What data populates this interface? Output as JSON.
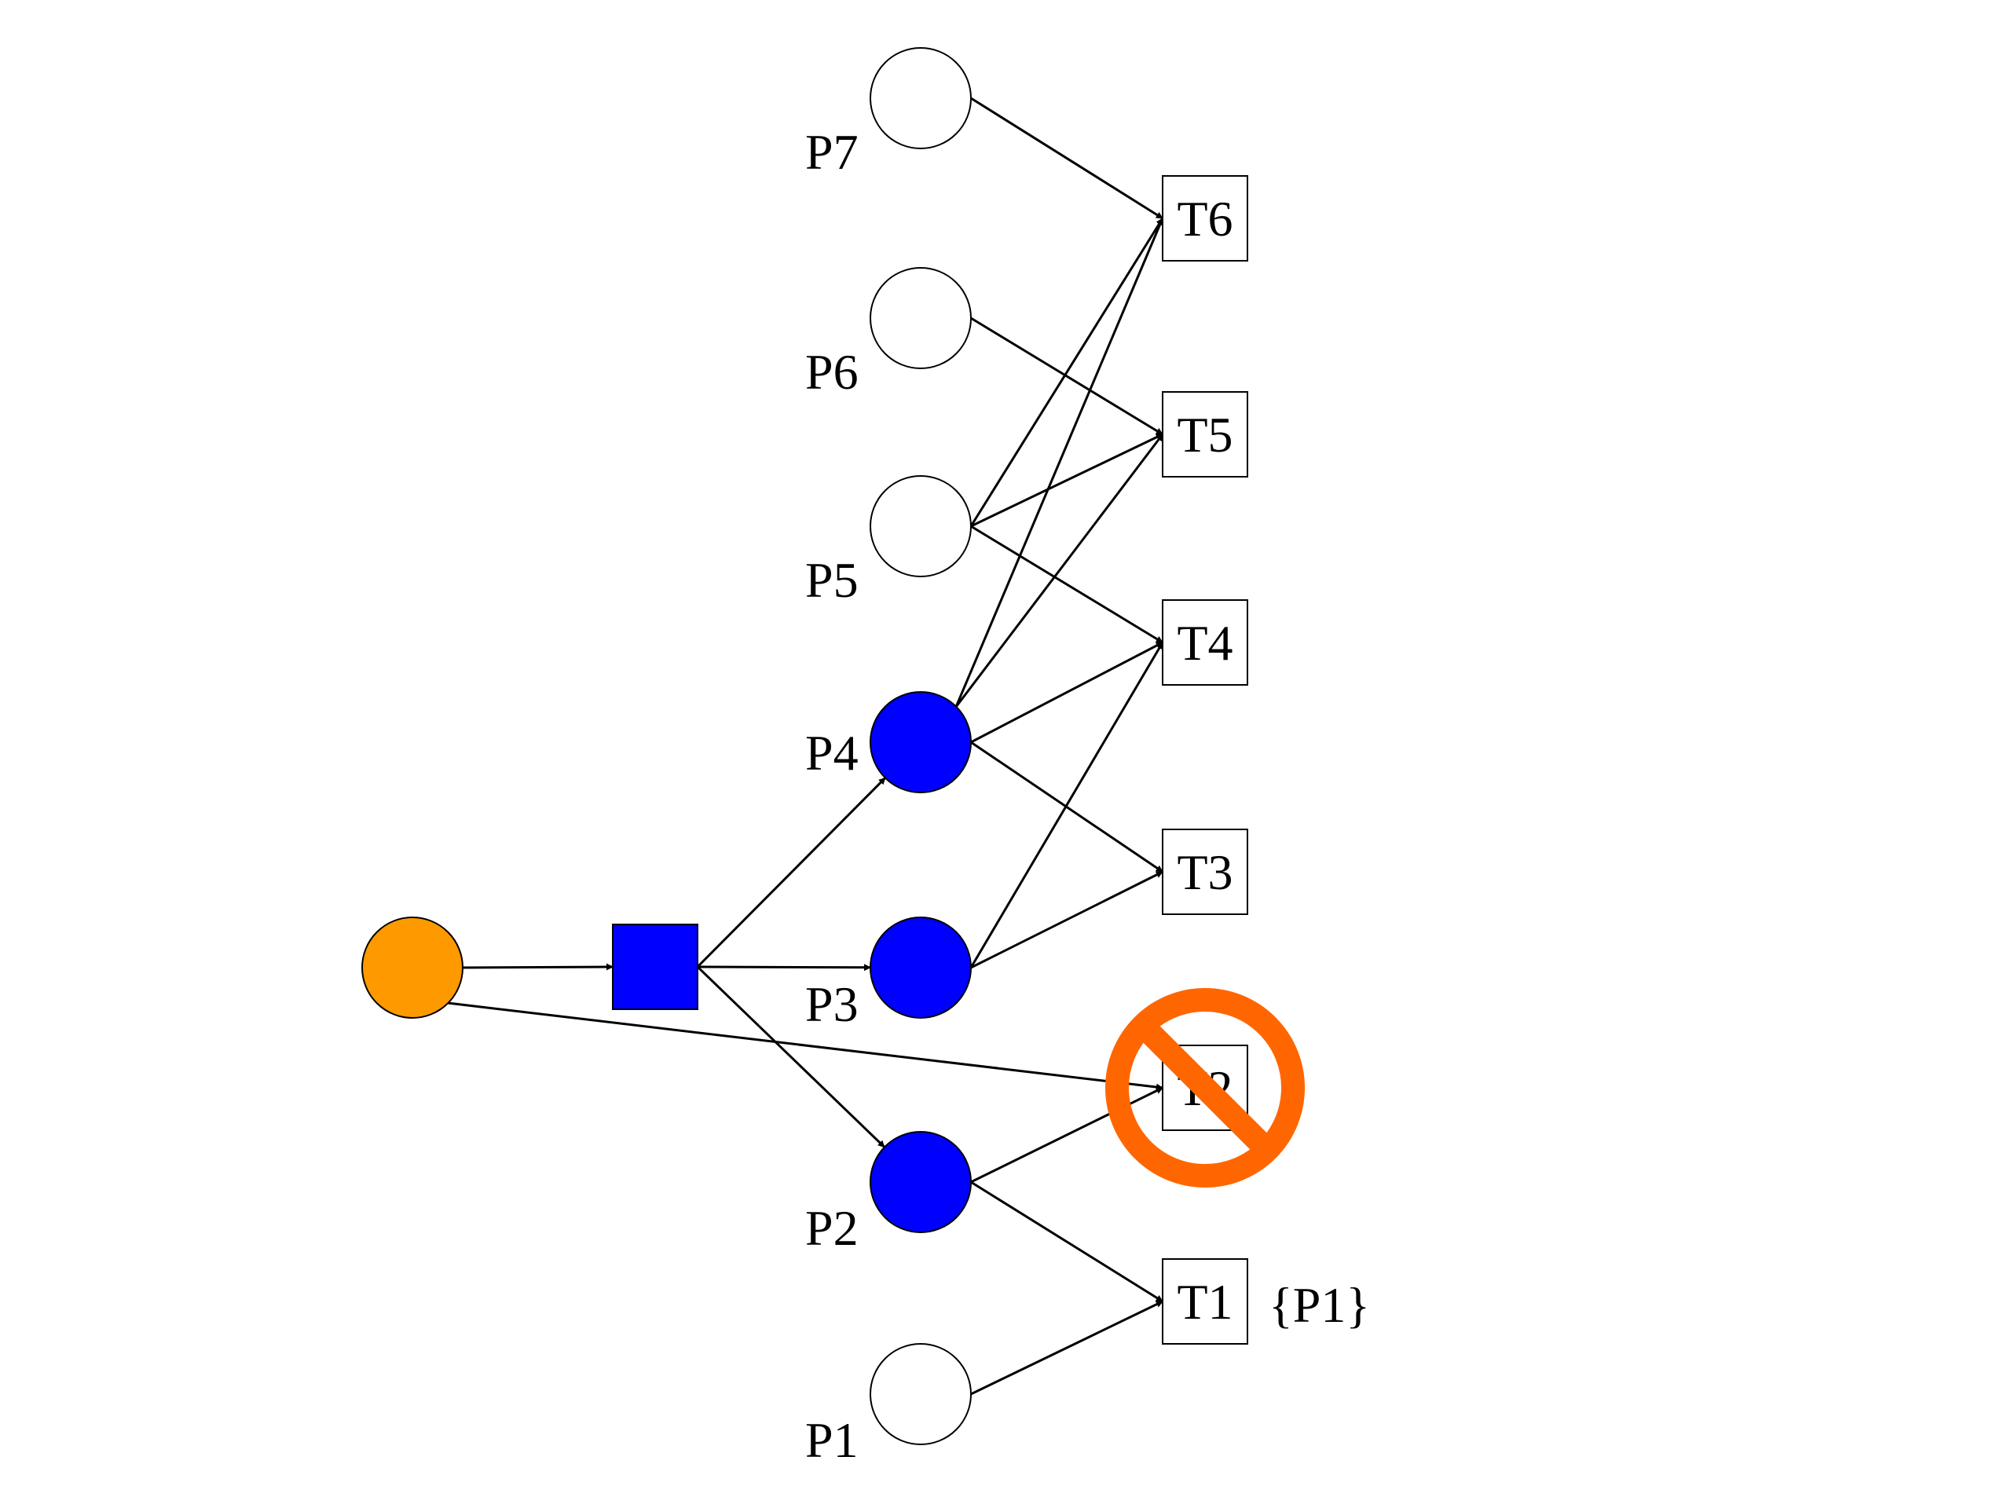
{
  "places": [
    {
      "id": "P7",
      "label": "P7",
      "marked": false
    },
    {
      "id": "P6",
      "label": "P6",
      "marked": false
    },
    {
      "id": "P5",
      "label": "P5",
      "marked": false
    },
    {
      "id": "P4",
      "label": "P4",
      "marked": true
    },
    {
      "id": "P3",
      "label": "P3",
      "marked": true
    },
    {
      "id": "P2",
      "label": "P2",
      "marked": true
    },
    {
      "id": "P1",
      "label": "P1",
      "marked": false
    }
  ],
  "transitions": [
    {
      "id": "T6",
      "label": "T6",
      "blocked": false
    },
    {
      "id": "T5",
      "label": "T5",
      "blocked": false
    },
    {
      "id": "T4",
      "label": "T4",
      "blocked": false
    },
    {
      "id": "T3",
      "label": "T3",
      "blocked": false
    },
    {
      "id": "T2",
      "label": "T2",
      "blocked": true
    },
    {
      "id": "T1",
      "label": "T1",
      "blocked": false
    }
  ],
  "t1_annotation": "{P1}",
  "colors": {
    "marked_place": "#0000ff",
    "source_node": "#ff9900",
    "prohibition_sign": "#ff6600",
    "source_transition": "#0000ff"
  },
  "edges": [
    [
      "SRC",
      "SQ"
    ],
    [
      "SQ",
      "P4"
    ],
    [
      "SQ",
      "P3"
    ],
    [
      "SQ",
      "P2"
    ],
    [
      "SRC",
      "T2"
    ],
    [
      "P7",
      "T6"
    ],
    [
      "P6",
      "T5"
    ],
    [
      "P5",
      "T6"
    ],
    [
      "P5",
      "T5"
    ],
    [
      "P5",
      "T4"
    ],
    [
      "P4",
      "T6"
    ],
    [
      "P4",
      "T5"
    ],
    [
      "P4",
      "T4"
    ],
    [
      "P4",
      "T3"
    ],
    [
      "P3",
      "T4"
    ],
    [
      "P3",
      "T3"
    ],
    [
      "P2",
      "T2"
    ],
    [
      "P2",
      "T1"
    ],
    [
      "P1",
      "T1"
    ]
  ]
}
